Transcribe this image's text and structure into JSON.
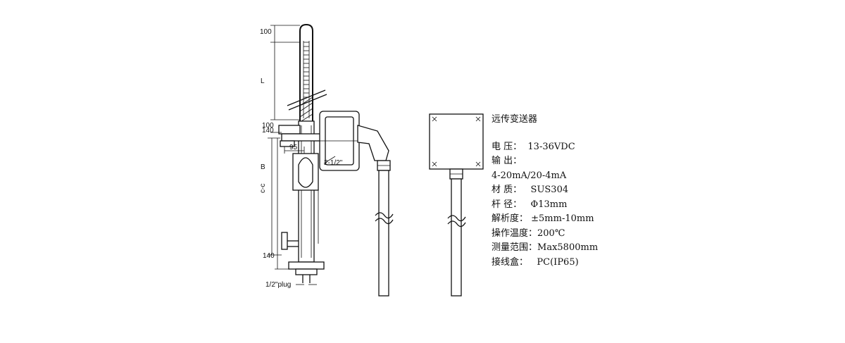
{
  "dimensions": {
    "d100_top": "100",
    "d_L": "L",
    "d100_mid": "100",
    "d140_mid": "140",
    "d95": "95",
    "d_thread": "2-1/2\"",
    "d_B": "B",
    "d_cc": "c-c",
    "d140_bottom": "140",
    "d_plug": "1/2\"plug"
  },
  "specs": {
    "title": "远传变送器",
    "rows": [
      {
        "label": "电 压：",
        "value": "  13-36VDC"
      },
      {
        "label": "输 出：",
        "value": ""
      },
      {
        "label": "4-20mA/20-4mA",
        "value": ""
      },
      {
        "label": "材 质：",
        "value": "   SUS304"
      },
      {
        "label": "杆 径：",
        "value": "   Φ13mm"
      },
      {
        "label": "解析度：",
        "value": " ±5mm-10mm"
      },
      {
        "label": "操作温度：",
        "value": "200℃"
      },
      {
        "label": "测量范围：",
        "value": "Max5800mm"
      },
      {
        "label": "接线盒：",
        "value": "   PC(IP65)"
      }
    ]
  }
}
